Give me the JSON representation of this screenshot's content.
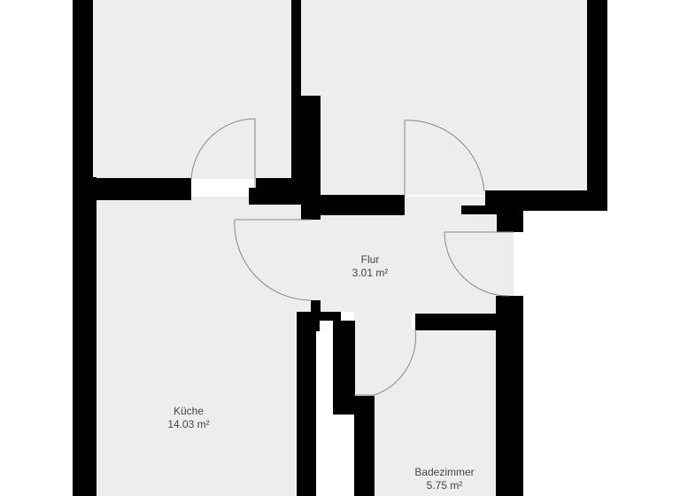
{
  "plan": {
    "colors": {
      "floor": "#ededed",
      "wall": "#000000",
      "background": "#ffffff",
      "door_line": "#888888",
      "label_text": "#444444"
    },
    "rooms": [
      {
        "id": "room-top-left",
        "name": "",
        "area": ""
      },
      {
        "id": "room-top-right",
        "name": "",
        "area": ""
      },
      {
        "id": "flur",
        "name": "Flur",
        "area": "3.01 m²"
      },
      {
        "id": "kueche",
        "name": "Küche",
        "area": "14.03 m²"
      },
      {
        "id": "badezimmer",
        "name": "Badezimmer",
        "area": "5.75 m²"
      }
    ],
    "doors": [
      {
        "id": "door-top-left-room",
        "connects": "Flur – top-left room"
      },
      {
        "id": "door-top-right-room",
        "connects": "Flur – top-right room"
      },
      {
        "id": "door-kueche",
        "connects": "Flur – Küche"
      },
      {
        "id": "door-entrance",
        "connects": "Flur – outside (right)"
      },
      {
        "id": "door-badezimmer",
        "connects": "Flur – Badezimmer"
      }
    ]
  }
}
